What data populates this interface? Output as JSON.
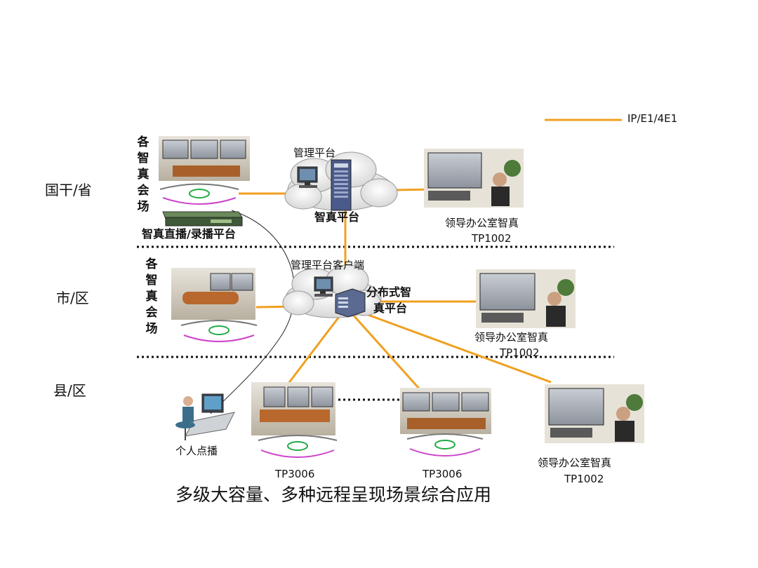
{
  "legend": {
    "label": "IP/E1/4E1",
    "color": "#f0a020"
  },
  "tiers": {
    "national": "国干/省",
    "city": "市/区",
    "county": "县/区"
  },
  "sites": {
    "national_rooms": "各智真会场",
    "city_rooms": "各智真会场",
    "broadcast": "智真直播/录播平台",
    "mgmt_platform": "管理平台",
    "zhizhen_platform": "智真平台",
    "mgmt_client": "管理平台客户端",
    "dist_platform_line1": "分布式智",
    "dist_platform_line2": "真平台",
    "office1_line1": "领导办公室智真",
    "office1_line2": "TP1002",
    "office2_line1": "领导办公室智真",
    "office2_line2": "TP1002",
    "office3_line1": "领导办公室智真",
    "office3_line2": "TP1002",
    "personal_vod": "个人点播",
    "tp3006_a": "TP3006",
    "tp3006_b": "TP3006"
  },
  "title": "多级大容量、多种远程呈现场景综合应用"
}
